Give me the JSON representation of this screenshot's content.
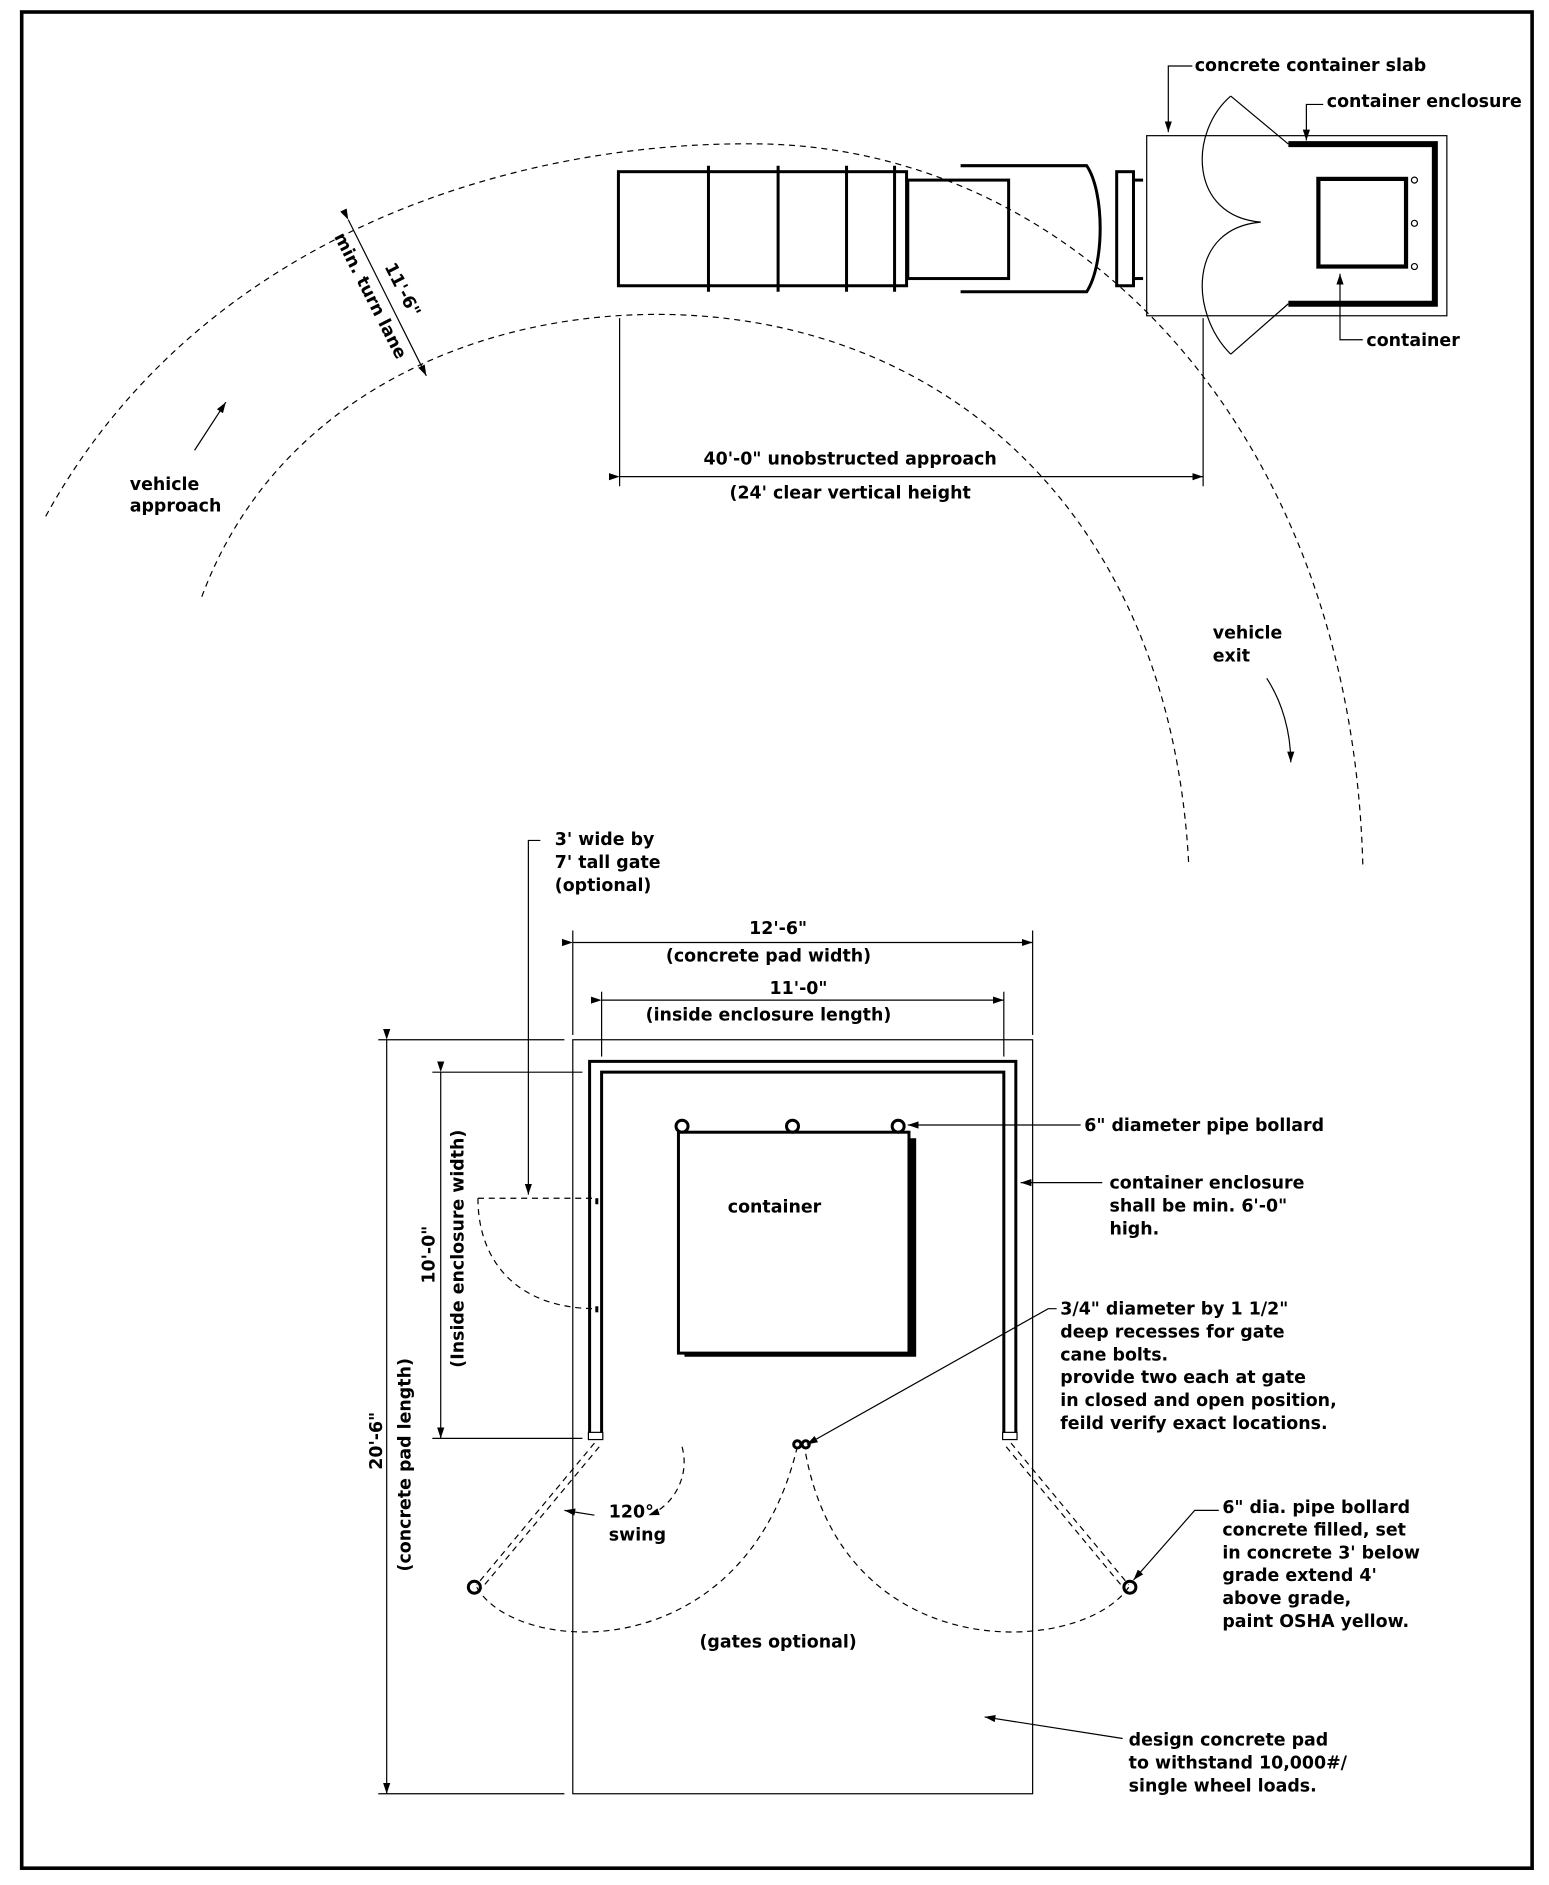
{
  "top_plan": {
    "slab_label": "concrete container slab",
    "enclosure_label": "container enclosure",
    "container_label": "container",
    "turn_lane_dim": "11'-6\"",
    "turn_lane_label": "min. turn lane",
    "approach_dim": "40'-0\" unobstructed approach",
    "clear_height": "(24' clear vertical height",
    "vehicle_approach": [
      "vehicle",
      "approach"
    ],
    "vehicle_exit": [
      "vehicle",
      "exit"
    ]
  },
  "enclosure_plan": {
    "gate_note": [
      "3' wide by",
      "7' tall gate",
      "(optional)"
    ],
    "pad_width_dim": "12'-6\"",
    "pad_width_label": "(concrete pad width)",
    "inside_length_dim": "11'-0\"",
    "inside_length_label": "(inside enclosure length)",
    "pad_length_dim": "20'-6\"",
    "pad_length_label": "(concrete pad length)",
    "inside_width_dim": "10'-0\"",
    "inside_width_label": "(Inside enclosure width)",
    "container_label": "container",
    "bollard_label": "6\" diameter pipe bollard",
    "enclosure_note": [
      "container enclosure",
      "shall be min. 6'-0\"",
      "high."
    ],
    "recess_note": [
      "3/4\" diameter by 1 1/2\"",
      "deep recesses for gate",
      "cane bolts.",
      "provide two each at gate",
      "in closed and open position,",
      "feild verify exact locations."
    ],
    "swing_angle": "120°",
    "swing_label": "swing",
    "gates_optional": "(gates optional)",
    "bollard_note": [
      "6\" dia. pipe bollard",
      "concrete filled, set",
      "in concrete 3' below",
      "grade extend 4'",
      "above grade,",
      "paint OSHA yellow."
    ],
    "pad_note": [
      "design concrete pad",
      "to withstand 10,000#/",
      "single wheel loads."
    ]
  }
}
